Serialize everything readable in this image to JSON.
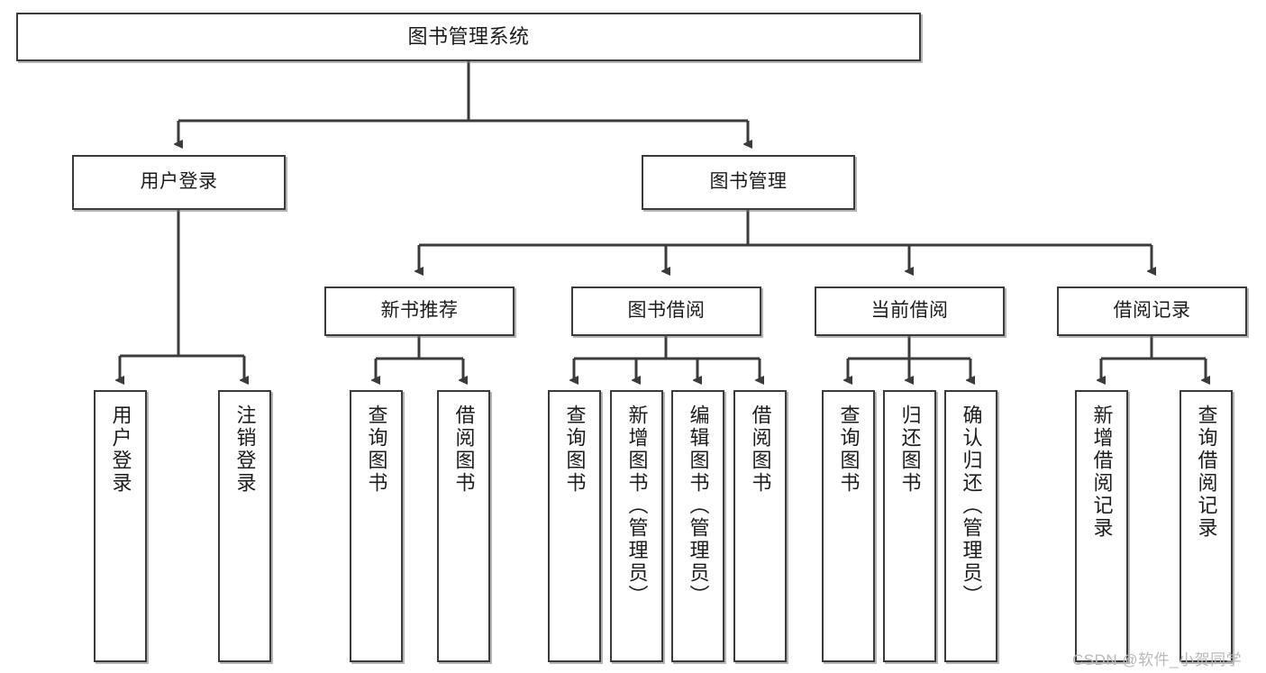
{
  "diagram": {
    "title": "图书管理系统",
    "watermark": "CSDN @软件_小贺同学",
    "colors": {
      "node_border": "#3b3b3b",
      "node_fill": "#ffffff",
      "edge": "#3b3b3b",
      "text": "#1c1c1c",
      "watermark": "#b9b9b9",
      "background": "#ffffff"
    },
    "levels": {
      "root": "图书管理系统",
      "level2": [
        "用户登录",
        "图书管理"
      ],
      "level3": [
        "新书推荐",
        "图书借阅",
        "当前借阅",
        "借阅记录"
      ]
    },
    "nodes": {
      "root": {
        "label": "图书管理系统"
      },
      "user_login": {
        "label": "用户登录"
      },
      "book_manage": {
        "label": "图书管理"
      },
      "new_book_rec": {
        "label": "新书推荐"
      },
      "book_borrow": {
        "label": "图书借阅"
      },
      "current_borrow": {
        "label": "当前借阅"
      },
      "borrow_record": {
        "label": "借阅记录"
      },
      "leaf_user_login": {
        "label": "用户登录"
      },
      "leaf_logout": {
        "label": "注销登录"
      },
      "leaf_query_book_1": {
        "label": "查询图书"
      },
      "leaf_borrow_book_1": {
        "label": "借阅图书"
      },
      "leaf_query_book_2": {
        "label": "查询图书"
      },
      "leaf_add_book": {
        "label": "新增图书（管理员）"
      },
      "leaf_edit_book": {
        "label": "编辑图书（管理员）"
      },
      "leaf_borrow_book_2": {
        "label": "借阅图书"
      },
      "leaf_query_book_3": {
        "label": "查询图书"
      },
      "leaf_return_book": {
        "label": "归还图书"
      },
      "leaf_confirm_return": {
        "label": "确认归还（管理员）"
      },
      "leaf_add_record": {
        "label": "新增借阅记录"
      },
      "leaf_query_record": {
        "label": "查询借阅记录"
      }
    },
    "edges": [
      {
        "from": "root",
        "to": "user_login"
      },
      {
        "from": "root",
        "to": "book_manage"
      },
      {
        "from": "user_login",
        "to": "leaf_user_login"
      },
      {
        "from": "user_login",
        "to": "leaf_logout"
      },
      {
        "from": "book_manage",
        "to": "new_book_rec"
      },
      {
        "from": "book_manage",
        "to": "book_borrow"
      },
      {
        "from": "book_manage",
        "to": "current_borrow"
      },
      {
        "from": "book_manage",
        "to": "borrow_record"
      },
      {
        "from": "new_book_rec",
        "to": "leaf_query_book_1"
      },
      {
        "from": "new_book_rec",
        "to": "leaf_borrow_book_1"
      },
      {
        "from": "book_borrow",
        "to": "leaf_query_book_2"
      },
      {
        "from": "book_borrow",
        "to": "leaf_add_book"
      },
      {
        "from": "book_borrow",
        "to": "leaf_edit_book"
      },
      {
        "from": "book_borrow",
        "to": "leaf_borrow_book_2"
      },
      {
        "from": "current_borrow",
        "to": "leaf_query_book_3"
      },
      {
        "from": "current_borrow",
        "to": "leaf_return_book"
      },
      {
        "from": "current_borrow",
        "to": "leaf_confirm_return"
      },
      {
        "from": "borrow_record",
        "to": "leaf_add_record"
      },
      {
        "from": "borrow_record",
        "to": "leaf_query_record"
      }
    ]
  }
}
